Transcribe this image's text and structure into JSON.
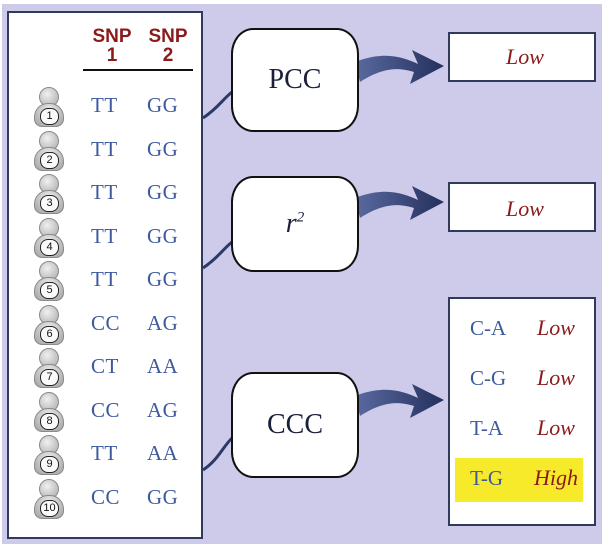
{
  "header": {
    "snp1": [
      "SNP",
      "1"
    ],
    "snp2": [
      "SNP",
      "2"
    ]
  },
  "individuals": [
    {
      "num": "1",
      "snp1": "TT",
      "snp2": "GG"
    },
    {
      "num": "2",
      "snp1": "TT",
      "snp2": "GG"
    },
    {
      "num": "3",
      "snp1": "TT",
      "snp2": "GG"
    },
    {
      "num": "4",
      "snp1": "TT",
      "snp2": "GG"
    },
    {
      "num": "5",
      "snp1": "TT",
      "snp2": "GG"
    },
    {
      "num": "6",
      "snp1": "CC",
      "snp2": "AG"
    },
    {
      "num": "7",
      "snp1": "CT",
      "snp2": "AA"
    },
    {
      "num": "8",
      "snp1": "CC",
      "snp2": "AG"
    },
    {
      "num": "9",
      "snp1": "TT",
      "snp2": "AA"
    },
    {
      "num": "10",
      "snp1": "CC",
      "snp2": "GG"
    }
  ],
  "methods": {
    "pcc": "PCC",
    "r2": "r",
    "r2_sup": "2",
    "ccc": "CCC"
  },
  "results": {
    "pcc": "Low",
    "r2": "Low",
    "ccc": [
      {
        "pair": "C-A",
        "level": "Low"
      },
      {
        "pair": "C-G",
        "level": "Low"
      },
      {
        "pair": "T-A",
        "level": "Low"
      },
      {
        "pair": "T-G",
        "level": "High"
      }
    ]
  },
  "colors": {
    "header": "#8b1a1a",
    "genotype": "#3d5a9e",
    "level": "#8b1a1a",
    "highlight": "#f7ea2a",
    "arrow": "#2b3a66",
    "background": "#cdcaea"
  }
}
